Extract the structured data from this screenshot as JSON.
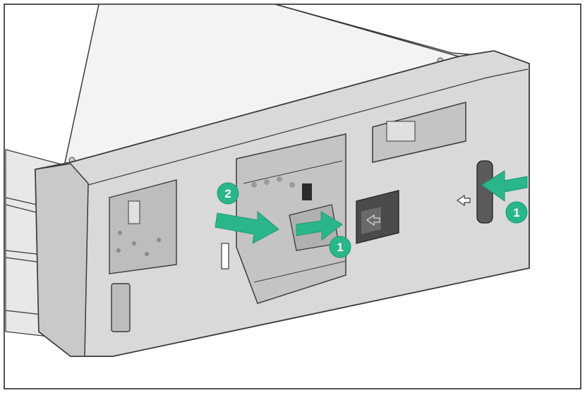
{
  "colors": {
    "frame_border": "#1a1a1a",
    "panel_fill": "#d9d9d9",
    "panel_dark": "#a8a8a8",
    "outline": "#3a3a3a",
    "accent_green": "#2bb58a",
    "accent_green_dark": "#1f9a72"
  },
  "callouts": {
    "step_2": "2",
    "step_1_center": "1",
    "step_1_right": "1"
  },
  "icons": {
    "arrow_insert": "arrow-right-icon",
    "arrow_release": "arrow-left-icon",
    "latch_symbol": "outline-arrow-icon"
  }
}
